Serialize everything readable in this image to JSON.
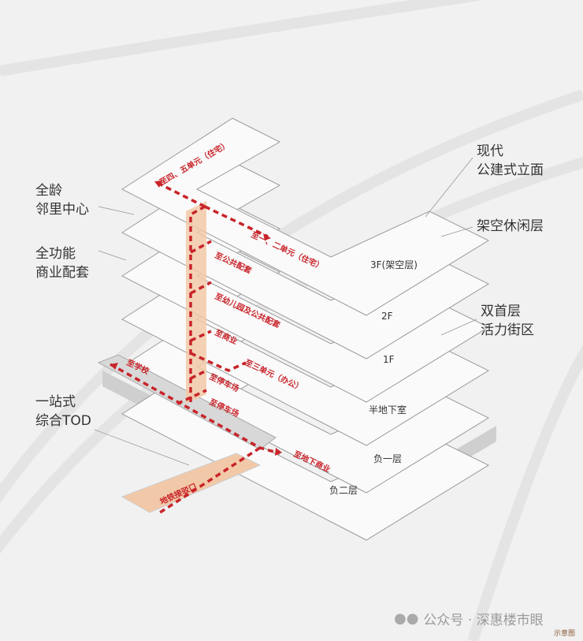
{
  "left_labels": [
    {
      "lines": [
        "全龄",
        "邻里中心"
      ]
    },
    {
      "lines": [
        "全功能",
        "商业配套"
      ]
    },
    {
      "lines": [
        "一站式",
        "综合TOD"
      ]
    }
  ],
  "right_labels": [
    {
      "lines": [
        "现代",
        "公建式立面"
      ]
    },
    {
      "lines": [
        "架空休闲层"
      ]
    },
    {
      "lines": [
        "双首层",
        "活力街区"
      ]
    }
  ],
  "floors": [
    "3F(架空层)",
    "2F",
    "1F",
    "半地下室",
    "负一层",
    "负二层"
  ],
  "routes": {
    "r1": "至四、五单元（住宅）",
    "r2": "至一、二单元（住宅）",
    "r3": "至公共配套",
    "r4": "至幼儿园及公共配套",
    "r5": "至商业",
    "r6": "至三单元（办公）",
    "r7": "至停车场",
    "r8": "至停车场",
    "r9": "至学校",
    "r10": "至地下商业",
    "r11": "地铁接驳口"
  },
  "watermark": "公众号 · 深惠楼市眼",
  "note": "示意图",
  "colors": {
    "route": "#c8242a",
    "core": "#f2c9a8",
    "slab": "#fafafa"
  }
}
